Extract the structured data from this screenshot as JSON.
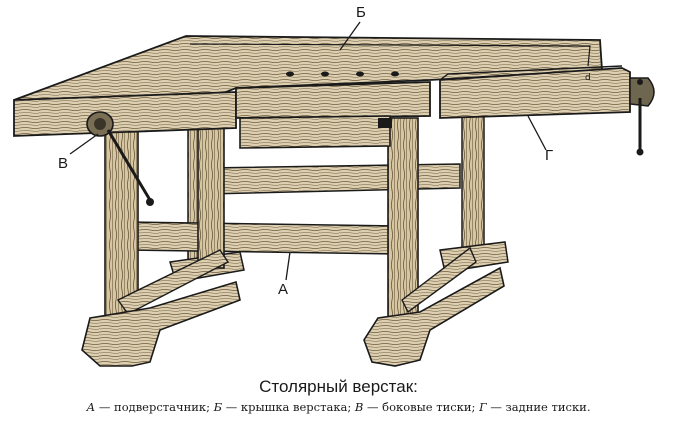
{
  "labels": {
    "A": "А",
    "B": "Б",
    "V": "В",
    "G": "Г"
  },
  "caption": {
    "title": "Столярный верстак:",
    "legend": [
      {
        "key": "А",
        "text": "подверстачник;"
      },
      {
        "key": "Б",
        "text": "крышка верстака;"
      },
      {
        "key": "В",
        "text": "боковые тиски;"
      },
      {
        "key": "Г",
        "text": "задние тиски."
      }
    ]
  },
  "colors": {
    "ink": "#1a1a1a",
    "wood": "#c9b48a",
    "wood_dark": "#8a7350",
    "paper": "#ffffff"
  }
}
